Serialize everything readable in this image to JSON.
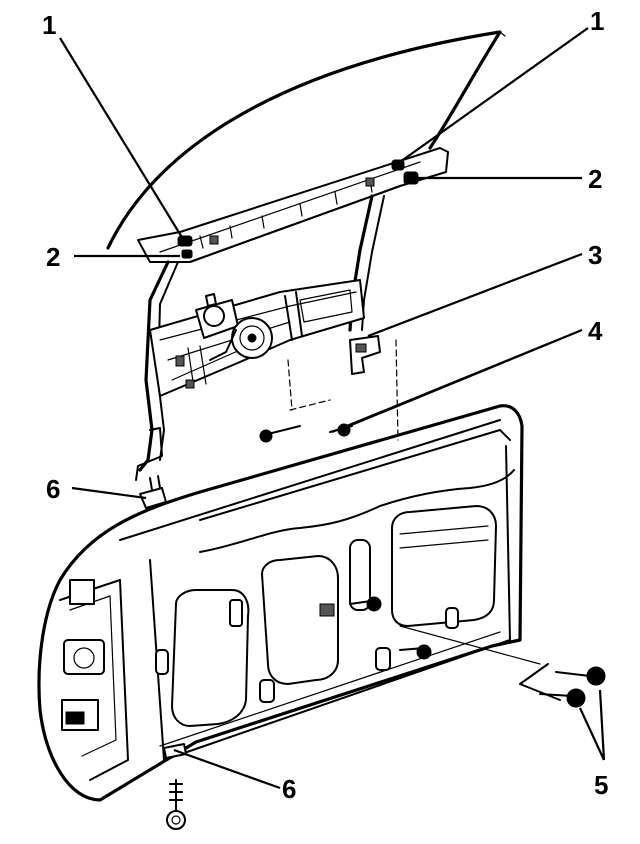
{
  "callouts": [
    {
      "id": "c1a",
      "label": "1"
    },
    {
      "id": "c1b",
      "label": "1"
    },
    {
      "id": "c2a",
      "label": "2"
    },
    {
      "id": "c2b",
      "label": "2"
    },
    {
      "id": "c3",
      "label": "3"
    },
    {
      "id": "c4",
      "label": "4"
    },
    {
      "id": "c5",
      "label": "5"
    },
    {
      "id": "c6a",
      "label": "6"
    },
    {
      "id": "c6b",
      "label": "6"
    }
  ]
}
